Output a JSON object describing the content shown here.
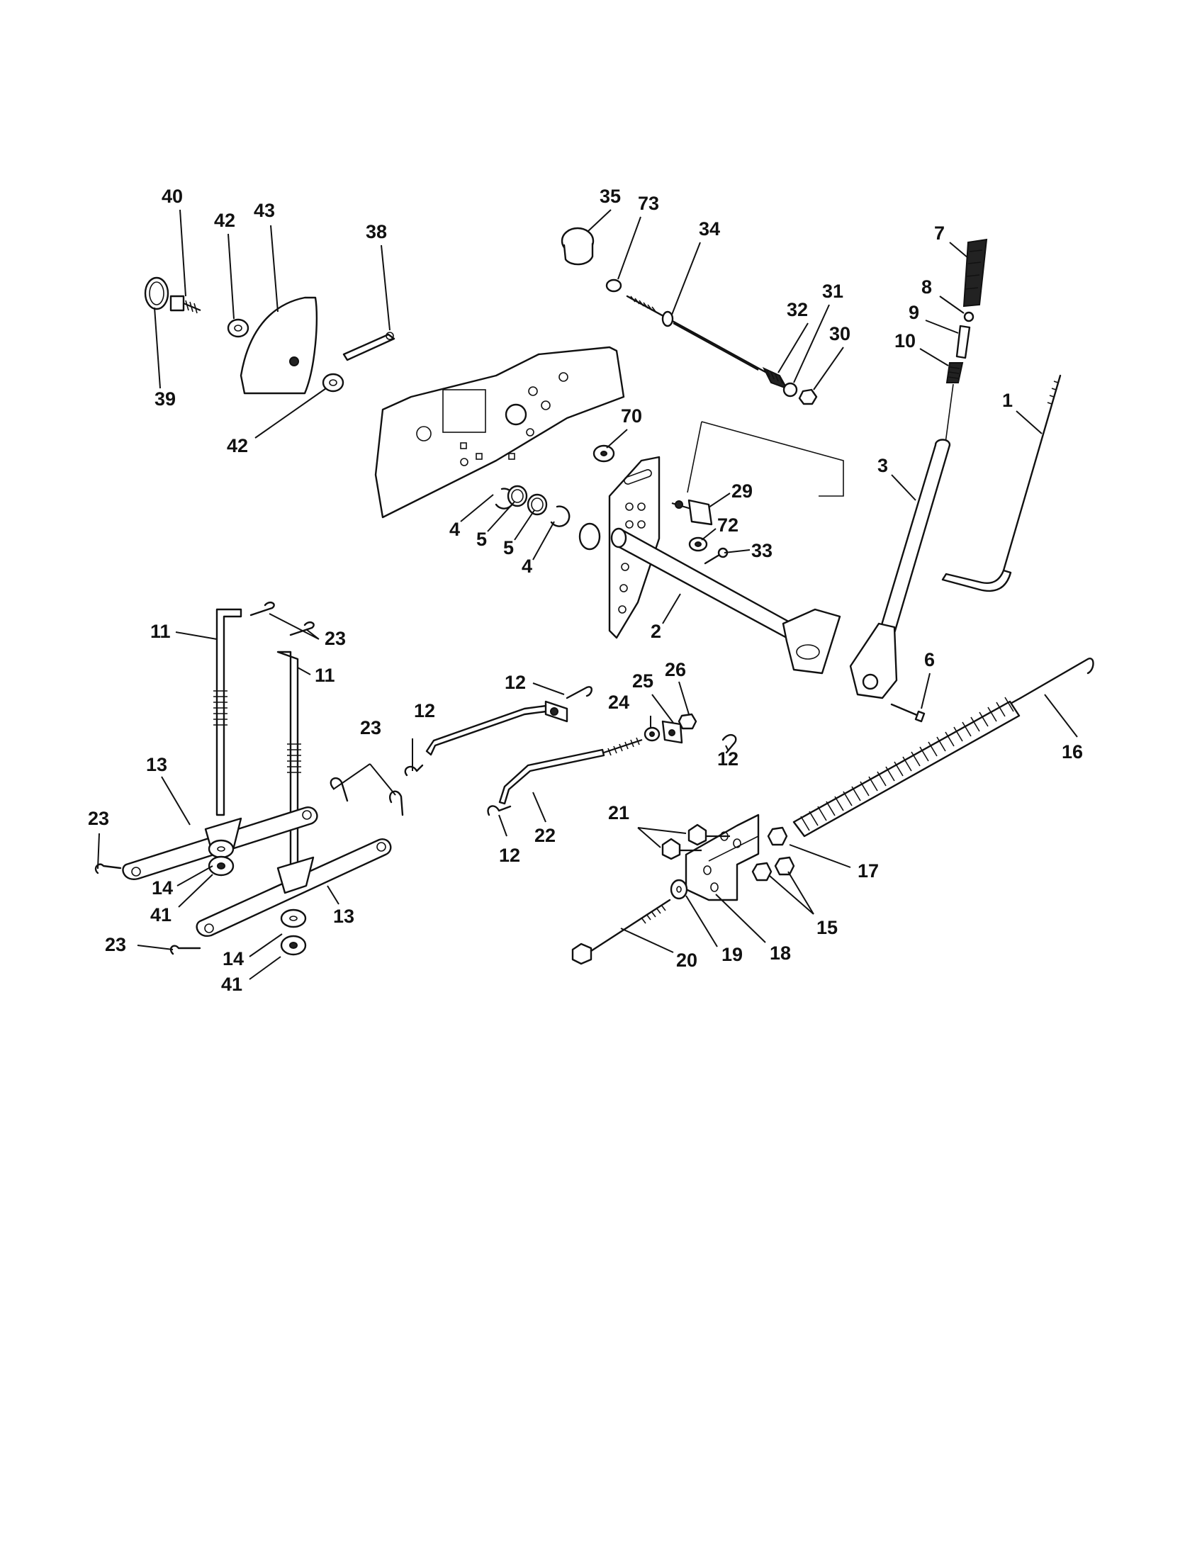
{
  "callouts": {
    "c40": "40",
    "c42a": "42",
    "c43": "43",
    "c38": "38",
    "c39": "39",
    "c42b": "42",
    "c35": "35",
    "c73": "73",
    "c34": "34",
    "c32": "32",
    "c31": "31",
    "c30": "30",
    "c70": "70",
    "c29": "29",
    "c72": "72",
    "c33": "33",
    "c4a": "4",
    "c5a": "5",
    "c5b": "5",
    "c4b": "4",
    "c2": "2",
    "c3": "3",
    "c1": "1",
    "c6": "6",
    "c7": "7",
    "c8": "8",
    "c9": "9",
    "c10": "10",
    "c11a": "11",
    "c11b": "11",
    "c23a": "23",
    "c23b": "23",
    "c23c": "23",
    "c23d": "23",
    "c13a": "13",
    "c13b": "13",
    "c14a": "14",
    "c41a": "41",
    "c14b": "14",
    "c41b": "41",
    "c12a": "12",
    "c12b": "12",
    "c12c": "12",
    "c12d": "12",
    "c24": "24",
    "c25": "25",
    "c26": "26",
    "c22": "22",
    "c16": "16",
    "c21": "21",
    "c17": "17",
    "c15": "15",
    "c18": "18",
    "c19": "19",
    "c20": "20"
  }
}
